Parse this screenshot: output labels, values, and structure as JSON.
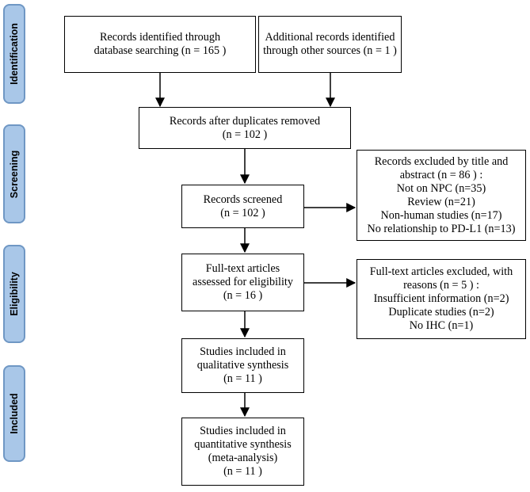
{
  "phases": {
    "identification": "Identification",
    "screening": "Screening",
    "eligibility": "Eligibility",
    "included": "Included"
  },
  "boxes": {
    "database": [
      "Records identified through",
      "database searching (n = 165 )"
    ],
    "other_sources": [
      "Additional records identified",
      "through other sources (n = 1 )"
    ],
    "duplicates_removed": [
      "Records after duplicates removed",
      "(n =  102 )"
    ],
    "screened": [
      "Records screened",
      "(n = 102  )"
    ],
    "excluded_title": [
      "Records excluded by title and",
      "abstract (n = 86 ) :",
      "Not on NPC (n=35)",
      "Review (n=21)",
      "Non-human studies (n=17)",
      "No relationship to PD-L1 (n=13)"
    ],
    "fulltext_assessed": [
      "Full-text articles",
      "assessed for eligibility",
      "(n = 16  )"
    ],
    "fulltext_excluded": [
      "Full-text articles excluded, with",
      "reasons  (n = 5 ) :",
      "Insufficient information (n=2)",
      "Duplicate studies (n=2)",
      "No IHC (n=1)"
    ],
    "qualitative": [
      "Studies included in",
      "qualitative synthesis",
      "(n = 11  )"
    ],
    "quantitative": [
      "Studies included in",
      "quantitative synthesis",
      "(meta-analysis)",
      "(n = 11 )"
    ]
  }
}
